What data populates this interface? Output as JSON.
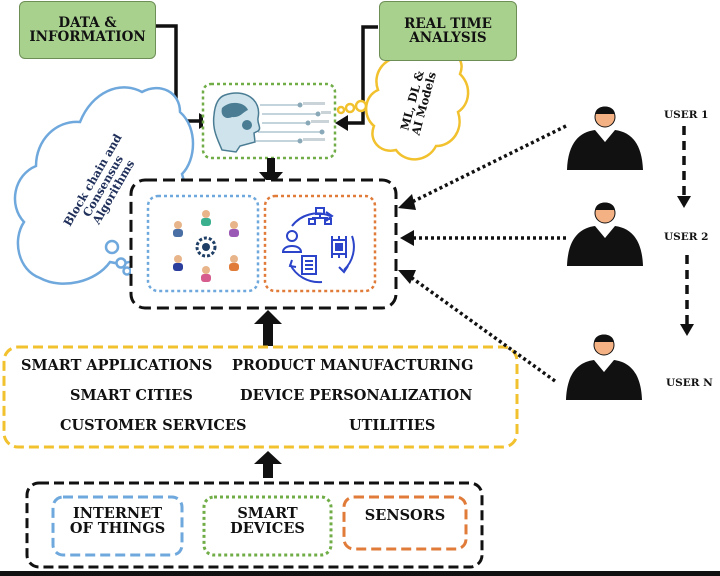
{
  "top_left_box": {
    "line1": "DATA &",
    "line2": "INFORMATION"
  },
  "top_right_box": {
    "line1": "REAL TIME",
    "line2": "ANALYSIS"
  },
  "cloud_blockchain": {
    "line1": "Block chain and",
    "line2": "Consensus",
    "line3": "Algorithms"
  },
  "cloud_ml": {
    "line1": "ML, DL &",
    "line2": "AI Models"
  },
  "applications": {
    "smart_applications": "SMART APPLICATIONS",
    "product_manufacturing": "PRODUCT MANUFACTURING",
    "smart_cities": "SMART CITIES",
    "device_personalization": "DEVICE PERSONALIZATION",
    "customer_services": "CUSTOMER SERVICES",
    "utilities": "UTILITIES"
  },
  "bottom": {
    "iot": {
      "line1": "INTERNET",
      "line2": "OF THINGS"
    },
    "smart_devices": {
      "line1": "SMART",
      "line2": "DEVICES"
    },
    "sensors": "SENSORS"
  },
  "users": [
    "USER 1",
    "USER 2",
    "USER N"
  ],
  "colors": {
    "green_box": "#a9d18e",
    "yellow": "#f2c12e",
    "blue": "#6fa8dc",
    "green_dotted": "#70ad47",
    "orange": "#e07b39",
    "dark": "#111111",
    "skin": "#f4b183"
  }
}
